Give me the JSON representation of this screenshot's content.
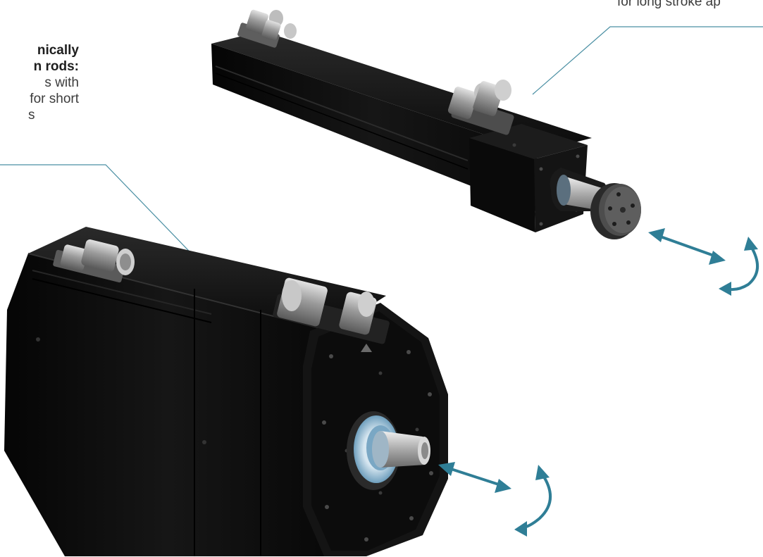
{
  "callout_left": {
    "line1": "nically",
    "line2": "n rods:",
    "line3": "s with",
    "line4": "for short",
    "line5": "s"
  },
  "callout_right": {
    "line1": "for long stroke ap"
  },
  "colors": {
    "leader_line": "#4a8fa3",
    "motion_arrow": "#2f7e96",
    "motor_body": "#0d0d0d",
    "connector_metal": "#9a9a9a",
    "shaft_metal": "#b7b7b7",
    "flange_ring": "#8ab6d0"
  }
}
